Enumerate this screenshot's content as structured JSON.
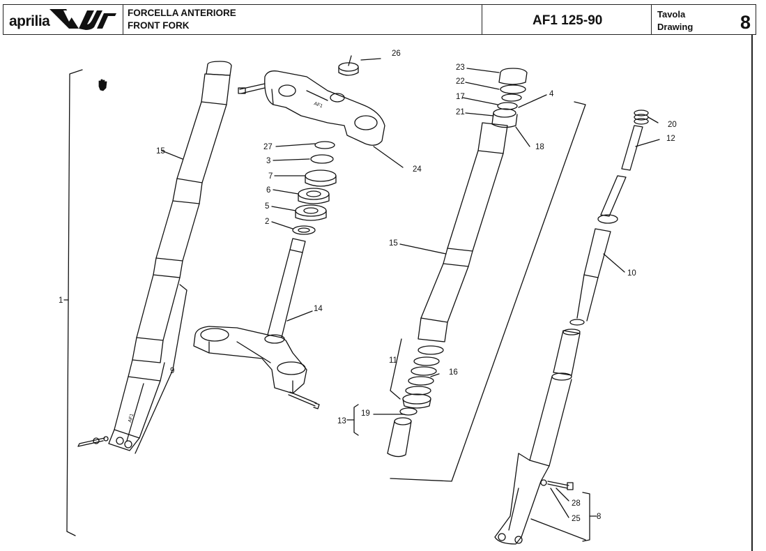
{
  "header": {
    "brand": "aprilia",
    "title_it": "FORCELLA ANTERIORE",
    "title_en": "FRONT FORK",
    "model_code": "AF1 125-90",
    "drawing_label_it": "Tavola",
    "drawing_label_en": "Drawing",
    "drawing_number": "8"
  },
  "callouts": [
    "1",
    "2",
    "3",
    "4",
    "5",
    "6",
    "7",
    "8",
    "9",
    "10",
    "11",
    "12",
    "13",
    "14",
    "15",
    "15",
    "16",
    "17",
    "18",
    "19",
    "20",
    "21",
    "22",
    "23",
    "24",
    "25",
    "26",
    "27",
    "28"
  ],
  "icons": [
    "hand-pointer-icon",
    "aprilia-logo-icon"
  ]
}
